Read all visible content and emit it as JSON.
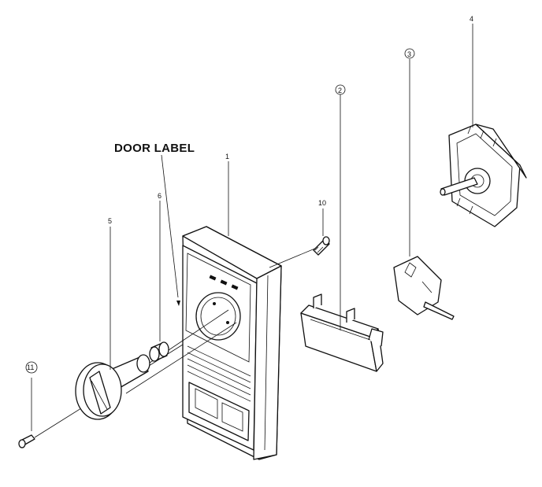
{
  "diagram": {
    "door_label_text": "DOOR LABEL",
    "parts": [
      {
        "id": "part-1",
        "label": "1"
      },
      {
        "id": "part-2",
        "label": "2"
      },
      {
        "id": "part-3",
        "label": "3"
      },
      {
        "id": "part-4",
        "label": "4"
      },
      {
        "id": "part-5",
        "label": "5"
      },
      {
        "id": "part-6",
        "label": "6"
      },
      {
        "id": "part-10",
        "label": "10"
      },
      {
        "id": "part-11",
        "label": "11"
      }
    ]
  }
}
